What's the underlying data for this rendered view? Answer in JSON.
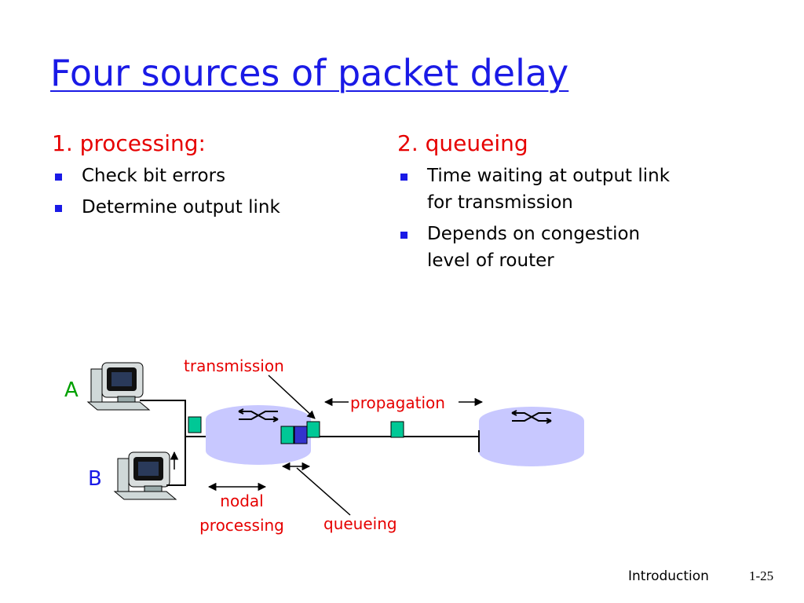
{
  "title": "Four sources of packet delay",
  "column1": {
    "heading": "1. processing:",
    "bullets": [
      "Check bit errors",
      "Determine output link"
    ]
  },
  "column2": {
    "heading": "2. queueing",
    "bullets": [
      "Time waiting at output link\nfor transmission",
      "Depends on congestion\nlevel of router"
    ]
  },
  "diagram": {
    "host_a_label": "A",
    "host_b_label": "B",
    "transmission_label": "transmission",
    "propagation_label": "propagation",
    "nodal_label_line1": "nodal",
    "nodal_label_line2": "processing",
    "queueing_label": "queueing",
    "icons": [
      "computer-icon",
      "router-icon",
      "packet-icon"
    ]
  },
  "footer": {
    "section": "Introduction",
    "page": "1-25"
  },
  "colors": {
    "title": "#1a1ae6",
    "heading": "#e60000",
    "bullet": "#1a1ae6",
    "annotation": "#e60000",
    "packet": "#00c896",
    "queued_packet": "#3333cc",
    "router": "#c8c8ff"
  }
}
